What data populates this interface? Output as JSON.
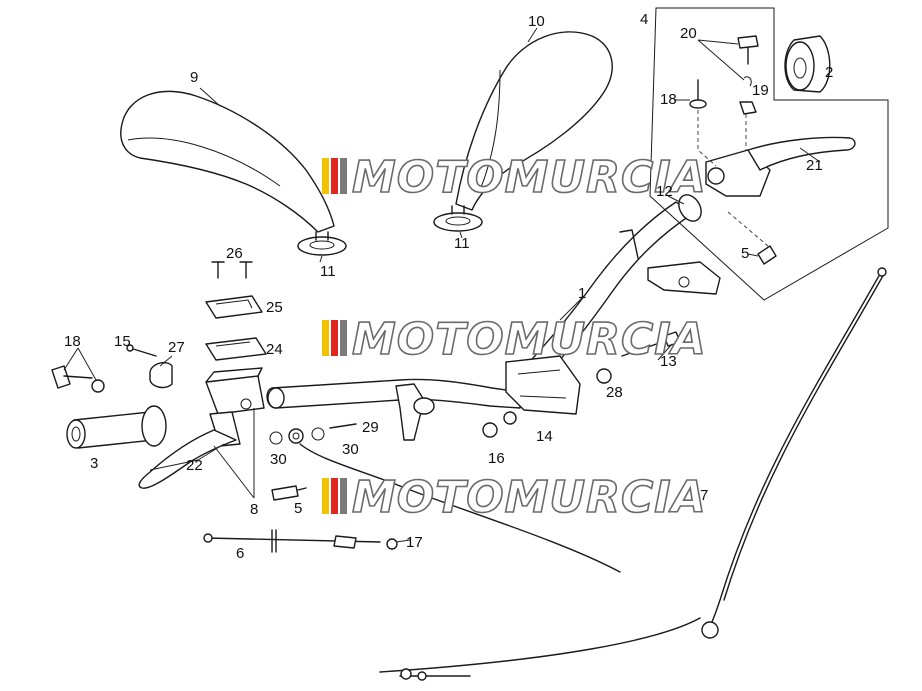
{
  "diagram": {
    "callouts": [
      "1",
      "2",
      "3",
      "4",
      "5",
      "5",
      "6",
      "7",
      "8",
      "9",
      "10",
      "11",
      "11",
      "12",
      "13",
      "14",
      "15",
      "16",
      "17",
      "18",
      "18",
      "19",
      "20",
      "21",
      "22",
      "24",
      "25",
      "26",
      "27",
      "28",
      "29",
      "30",
      "30"
    ],
    "watermarks": [
      "MOTOMURCIA",
      "MOTOMURCIA",
      "MOTOMURCIA"
    ],
    "colors": {
      "line": "#1a1a1a",
      "watermark_stripes": [
        "#f2c200",
        "#e0261e",
        "#7a7a7a"
      ]
    }
  }
}
